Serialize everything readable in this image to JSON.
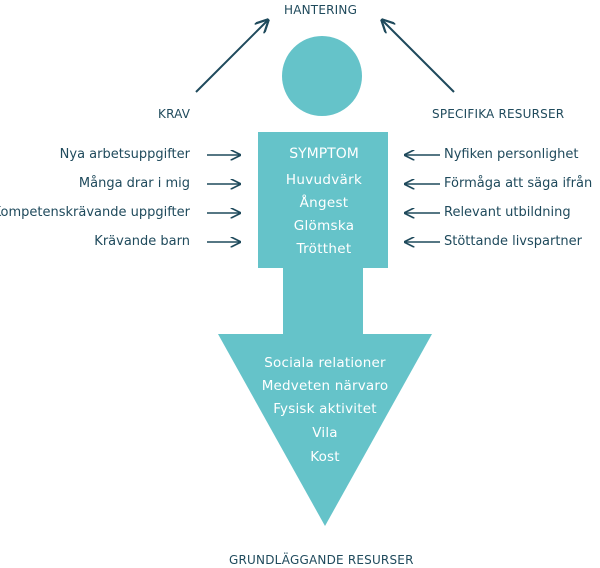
{
  "colors": {
    "figure": "#65c3c9",
    "text": "#1f4a5c",
    "arrow": "#1f4a5c",
    "figure_text": "#ffffff"
  },
  "headings": {
    "top": "HANTERING",
    "left": "KRAV",
    "right": "SPECIFIKA RESURSER",
    "bottom": "GRUNDLÄGGANDE RESURSER"
  },
  "demands": [
    "Nya arbetsuppgifter",
    "Många drar i mig",
    "Kompetenskrävande uppgifter",
    "Krävande barn"
  ],
  "specific_resources": [
    "Nyfiken personlighet",
    "Förmåga att säga ifrån",
    "Relevant utbildning",
    "Stöttande livspartner"
  ],
  "symptoms": {
    "title": "SYMPTOM",
    "items": [
      "Huvudvärk",
      "Ångest",
      "Glömska",
      "Trötthet"
    ]
  },
  "basic_resources": [
    "Sociala relationer",
    "Medveten närvaro",
    "Fysisk aktivitet",
    "Vila",
    "Kost"
  ]
}
